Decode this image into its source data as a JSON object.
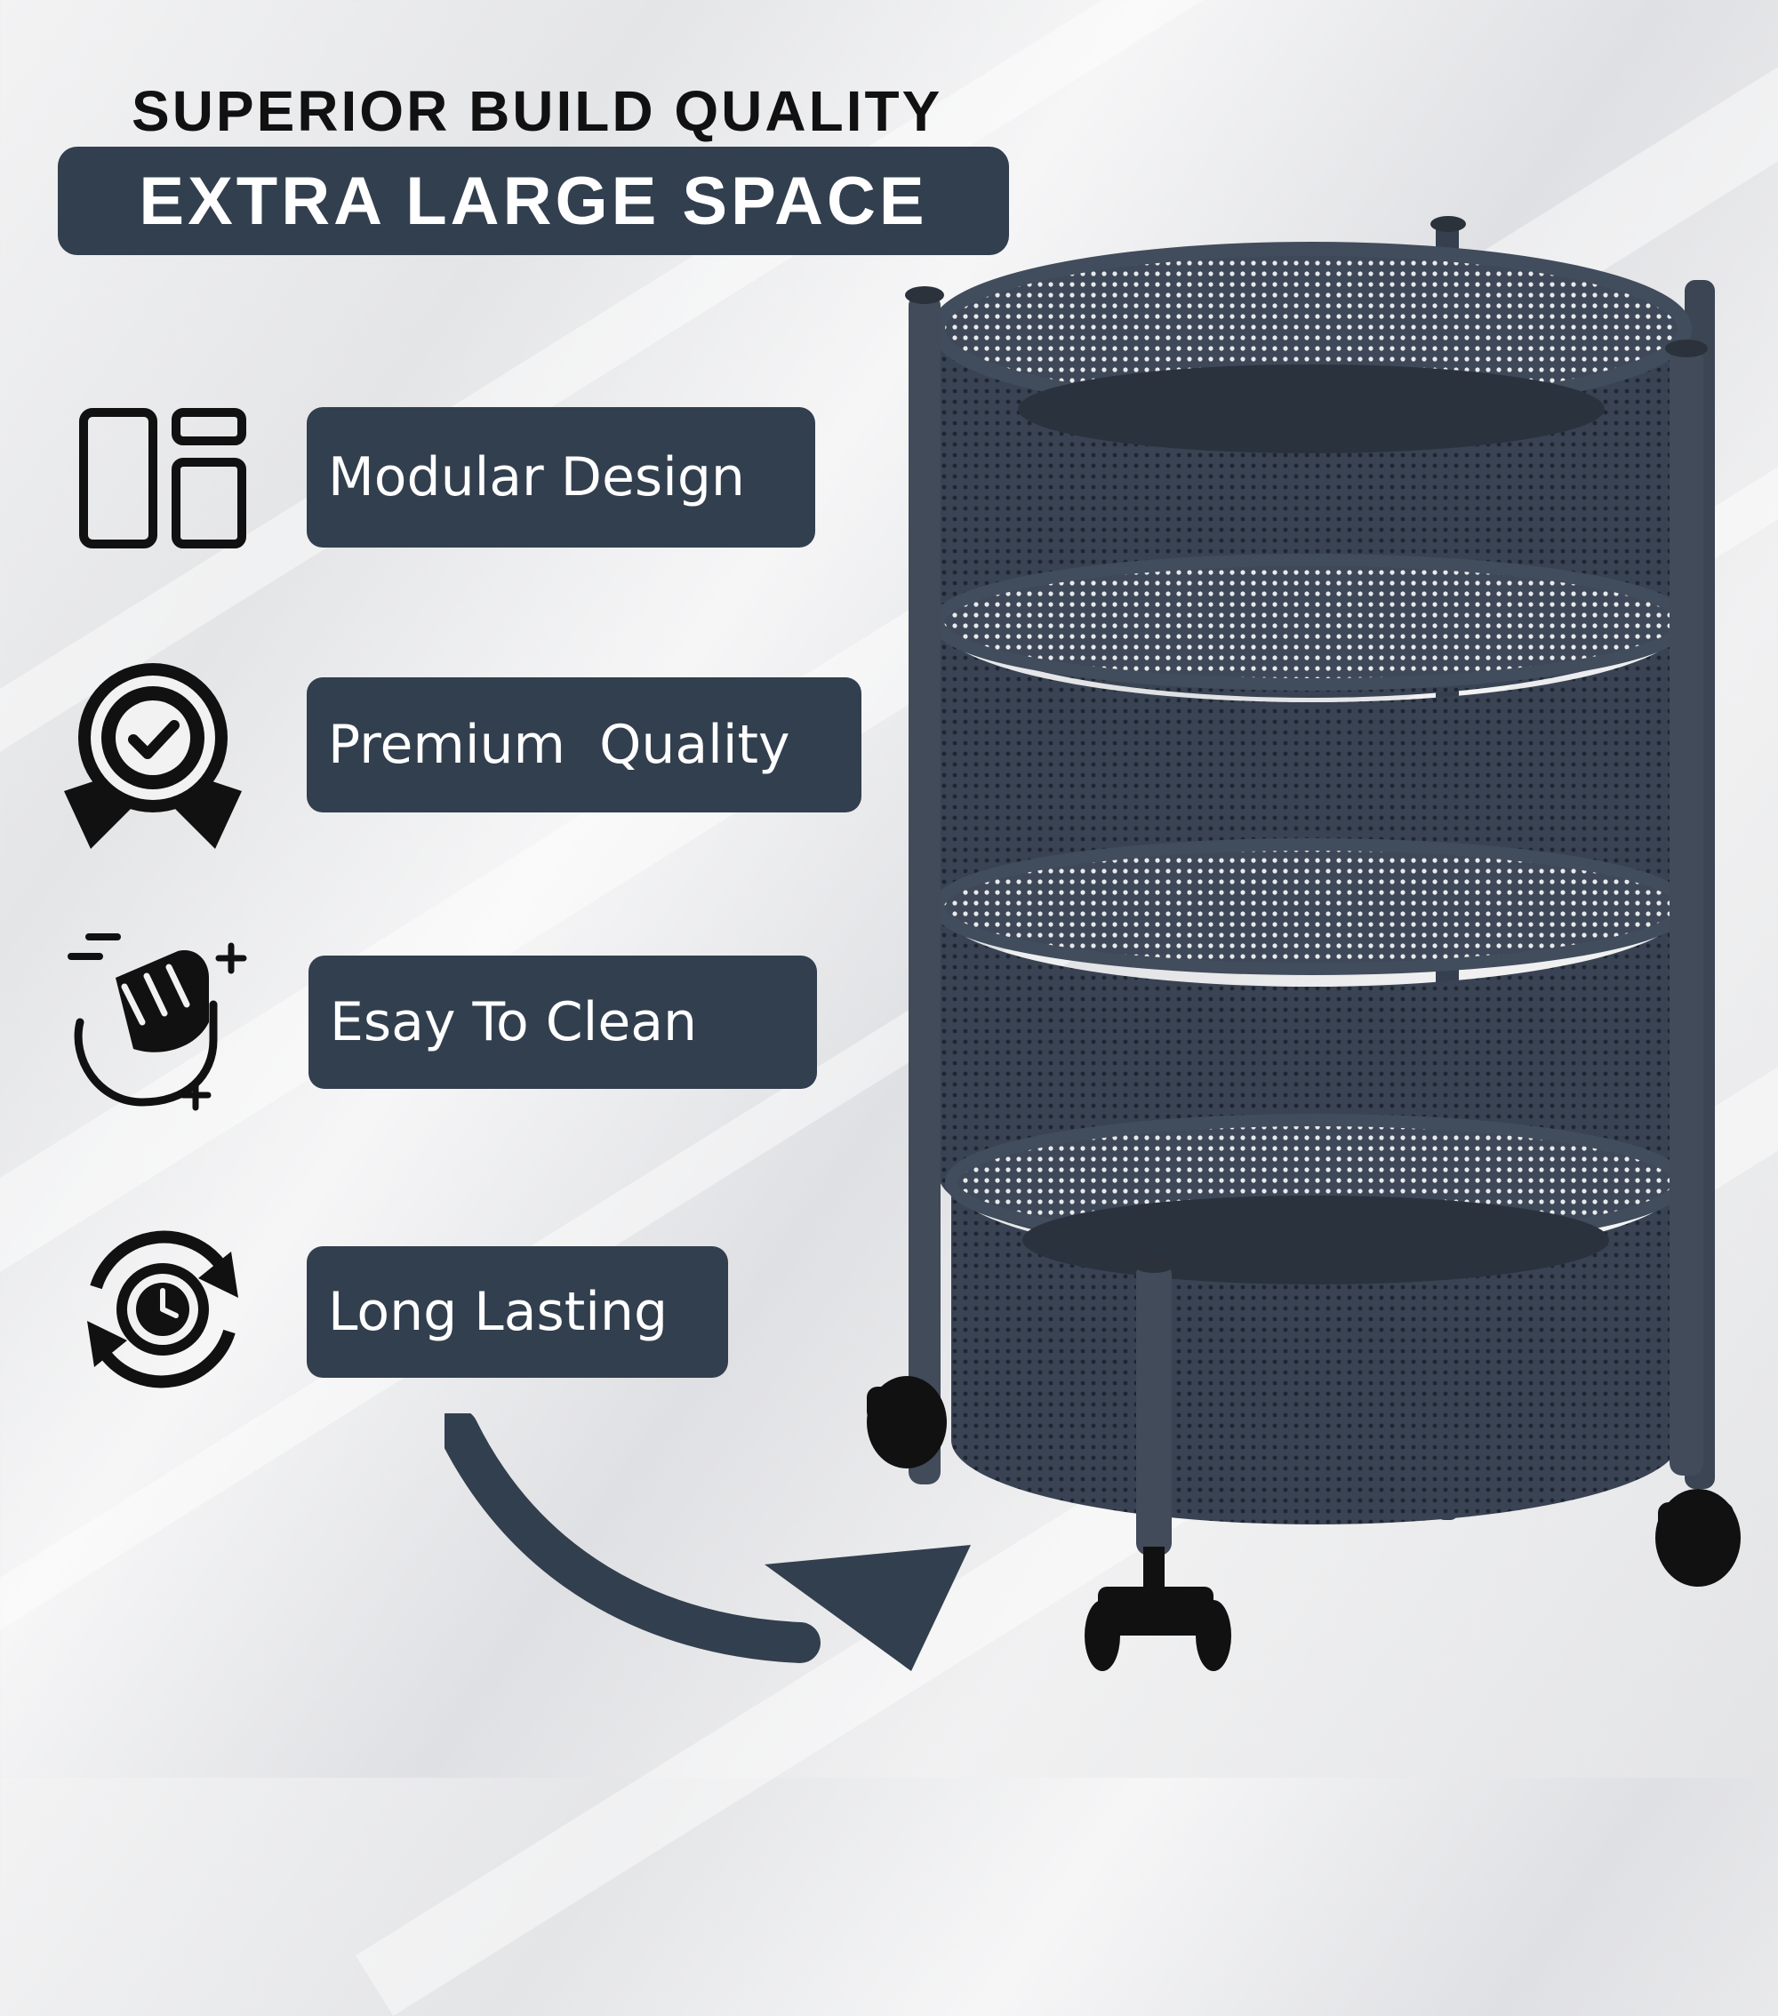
{
  "header": {
    "subtitle": "SUPERIOR BUILD QUALITY",
    "banner": "EXTRA LARGE SPACE"
  },
  "features": [
    {
      "label": "Modular Design",
      "icon": "modular-layout-icon"
    },
    {
      "label": "Premium  Quality",
      "icon": "quality-badge-icon"
    },
    {
      "label": "Esay To Clean",
      "icon": "hand-wiping-icon"
    },
    {
      "label": "Long Lasting",
      "icon": "clock-cycle-icon"
    }
  ],
  "colors": {
    "accent": "#323f4e",
    "product": "#3e4858",
    "background": "#ececee"
  },
  "product": {
    "icon": "rotating-basket-trolley-image"
  }
}
